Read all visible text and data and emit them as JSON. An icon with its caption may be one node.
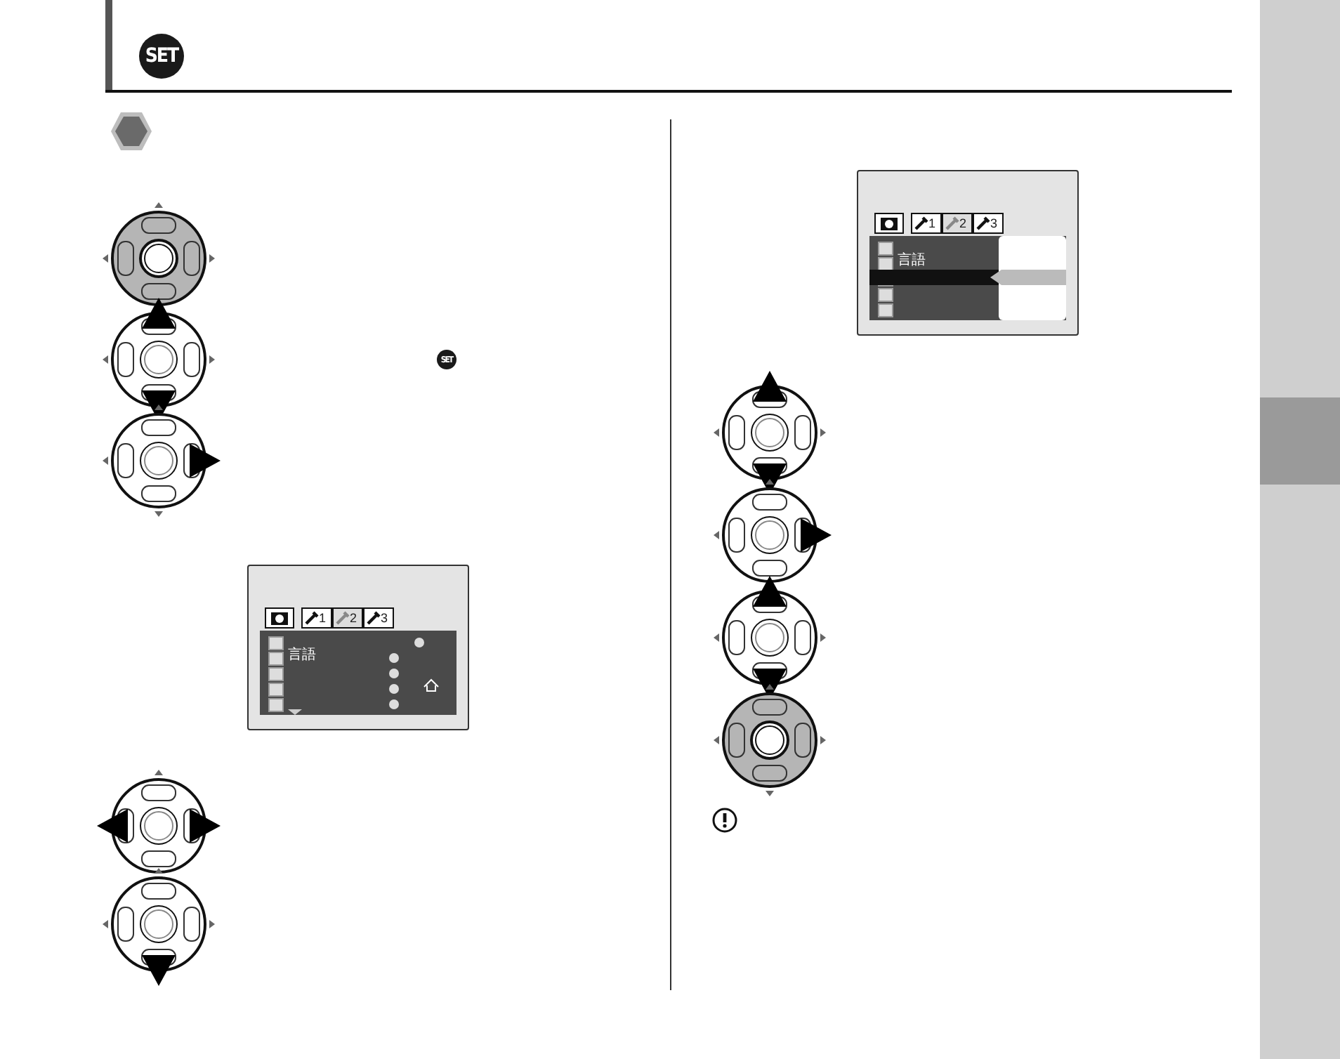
{
  "diagram": {
    "labels": [
      "SET",
      "SET",
      "1",
      "2",
      "3",
      "言語",
      "1",
      "2",
      "3",
      "言語"
    ]
  }
}
